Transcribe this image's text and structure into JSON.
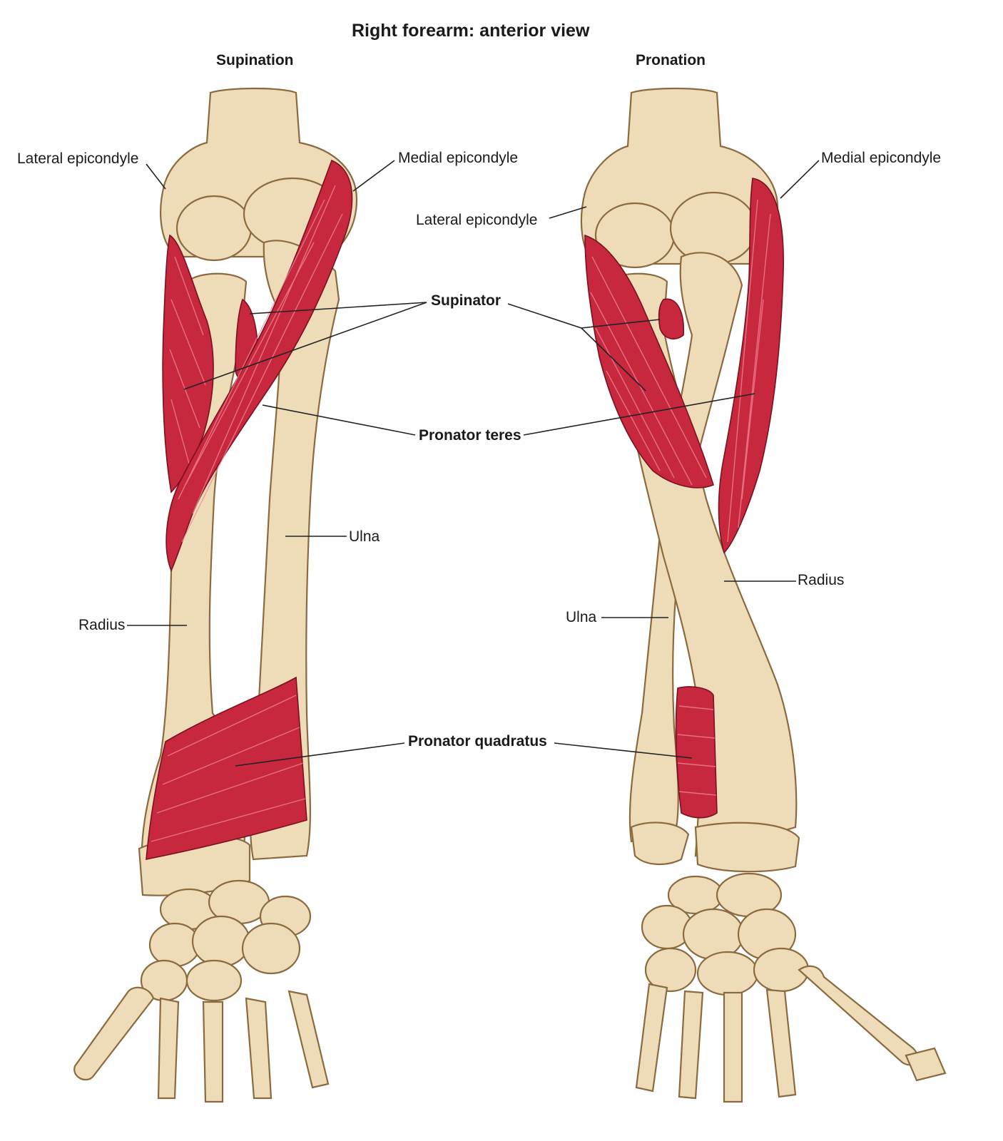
{
  "title": "Right forearm: anterior view",
  "views": {
    "left": "Supination",
    "right": "Pronation"
  },
  "labels": {
    "supination": {
      "lateral_epicondyle": "Lateral epicondyle",
      "medial_epicondyle": "Medial epicondyle",
      "ulna": "Ulna",
      "radius": "Radius"
    },
    "pronation": {
      "lateral_epicondyle": "Lateral epicondyle",
      "medial_epicondyle": "Medial epicondyle",
      "radius": "Radius",
      "ulna": "Ulna"
    },
    "shared": {
      "supinator": "Supinator",
      "pronator_teres": "Pronator teres",
      "pronator_quadratus": "Pronator quadratus"
    }
  },
  "colors": {
    "bone": "#eedcb8",
    "bone_outline": "#8a6a3e",
    "muscle": "#c8283e",
    "muscle_fiber": "#ef8a9a"
  }
}
